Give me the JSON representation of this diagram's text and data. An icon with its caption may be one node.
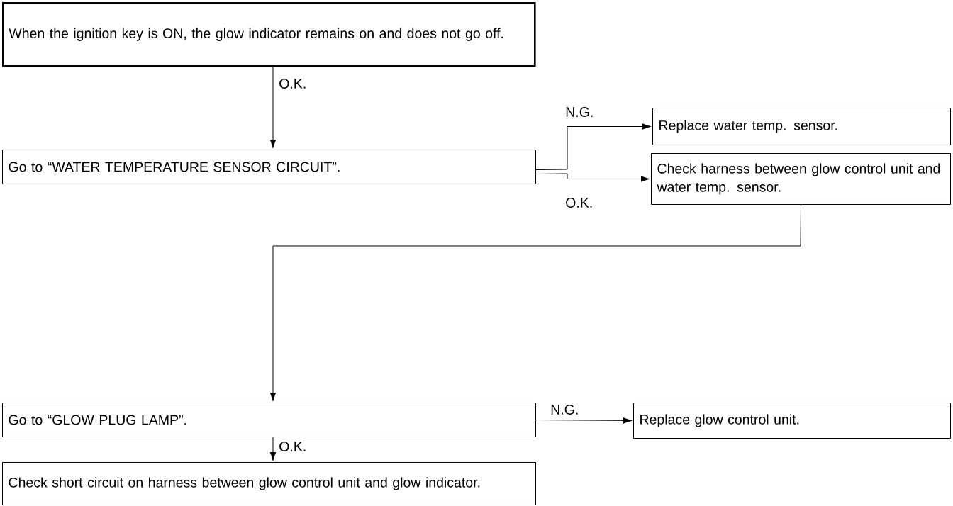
{
  "diagram": {
    "nodes": [
      {
        "text": [
          "When the ignition key is ON, the glow indicator remains on and does not go off."
        ]
      },
      {
        "text": [
          "Go to “WATER TEMPERATURE SENSOR CIRCUIT”."
        ]
      },
      {
        "text": [
          "Replace water temp. sensor."
        ]
      },
      {
        "text": [
          "Check harness between glow control unit and water temp. sensor."
        ]
      },
      {
        "text": [
          "Go to “GLOW PLUG LAMP”."
        ]
      },
      {
        "text": [
          "Replace glow control unit."
        ]
      },
      {
        "text": [
          "Check short circuit on harness between glow control unit and glow indicator."
        ]
      }
    ],
    "edges": [
      {
        "from": 0,
        "to": 1,
        "arrow": "to",
        "label": "O.K."
      },
      {
        "from": 1,
        "to": 2,
        "arrow": "to",
        "label": "N.G."
      },
      {
        "from": 1,
        "to": 3,
        "arrow": "to",
        "label": "O.K."
      },
      {
        "from": 3,
        "to": 4,
        "arrow": "to"
      },
      {
        "from": 4,
        "to": 5,
        "arrow": "to",
        "label": "N.G."
      },
      {
        "from": 4,
        "to": 6,
        "arrow": "to",
        "label": "O.K."
      }
    ]
  }
}
